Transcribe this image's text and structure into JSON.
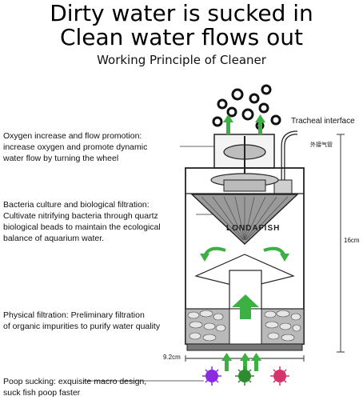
{
  "header": {
    "title_line1": "Dirty water is sucked in",
    "title_line2": "Clean water flows out",
    "subtitle": "Working Principle of Cleaner"
  },
  "notes": {
    "oxygen": {
      "line1": "Oxygen increase and flow promotion:",
      "line2": "increase oxygen and promote dynamic",
      "line3": "water flow by turning the wheel"
    },
    "bacteria": {
      "line1": "Bacteria culture and biological filtration:",
      "line2": "Cultivate nitrifying bacteria through quartz",
      "line3": "biological beads to maintain the ecological",
      "line4": "balance of aquarium water."
    },
    "physical": {
      "line1": "Physical filtration: Preliminary filtration",
      "line2": "of organic impurities to purify water quality"
    },
    "poop": {
      "line1": "Poop sucking: exquisite macro design,",
      "line2": "suck fish poop faster"
    }
  },
  "diagram": {
    "tracheal_label": "Tracheal interface",
    "tracheal_label_cn": "外接气管",
    "height_label": "16cm",
    "width_label": "9.2cm",
    "brand": "LONDAFISH",
    "colors": {
      "arrow_green": "#3cb043",
      "outline": "#222222",
      "germ_purple": "#8a2be2",
      "germ_green": "#2e8b2e",
      "germ_pink": "#d6336c"
    }
  }
}
